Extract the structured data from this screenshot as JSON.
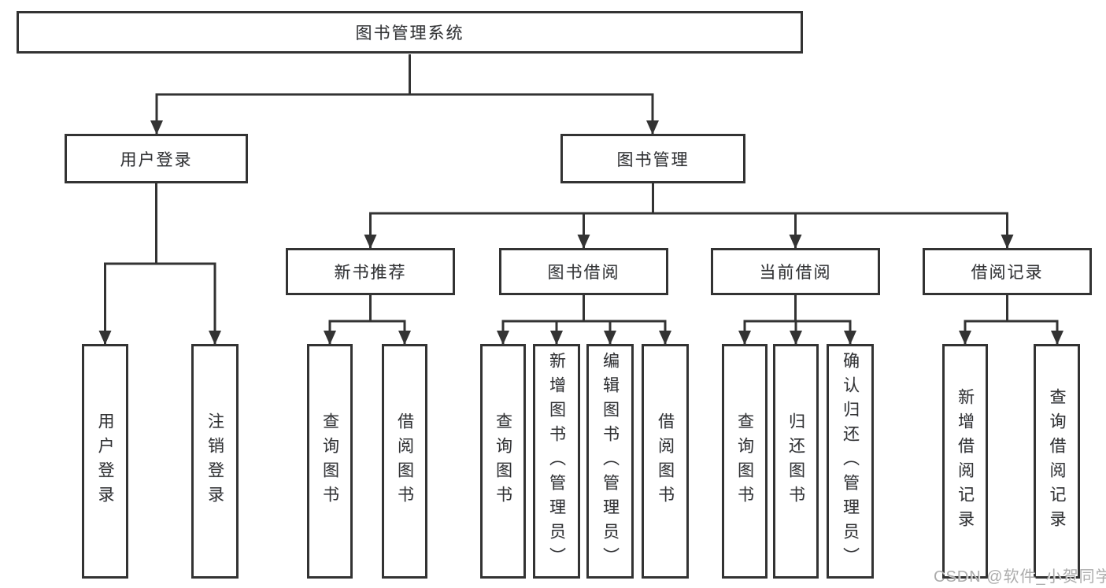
{
  "watermark": "CSDN @软件_小贺同学",
  "tree": {
    "label": "图书管理系统",
    "children": [
      {
        "label": "用户登录",
        "children": [
          {
            "label": "用户登录"
          },
          {
            "label": "注销登录"
          }
        ]
      },
      {
        "label": "图书管理",
        "children": [
          {
            "label": "新书推荐",
            "children": [
              {
                "label": "查询图书"
              },
              {
                "label": "借阅图书"
              }
            ]
          },
          {
            "label": "图书借阅",
            "children": [
              {
                "label": "查询图书"
              },
              {
                "label": "新增图书（管理员）"
              },
              {
                "label": "编辑图书（管理员）"
              },
              {
                "label": "借阅图书"
              }
            ]
          },
          {
            "label": "当前借阅",
            "children": [
              {
                "label": "查询图书"
              },
              {
                "label": "归还图书"
              },
              {
                "label": "确认归还（管理员）"
              }
            ]
          },
          {
            "label": "借阅记录",
            "children": [
              {
                "label": "新增借阅记录"
              },
              {
                "label": "查询借阅记录"
              }
            ]
          }
        ]
      }
    ]
  },
  "colors": {
    "line": "#333333",
    "text": "#333333",
    "background": "#ffffff",
    "watermark": "#a8a8a8"
  }
}
